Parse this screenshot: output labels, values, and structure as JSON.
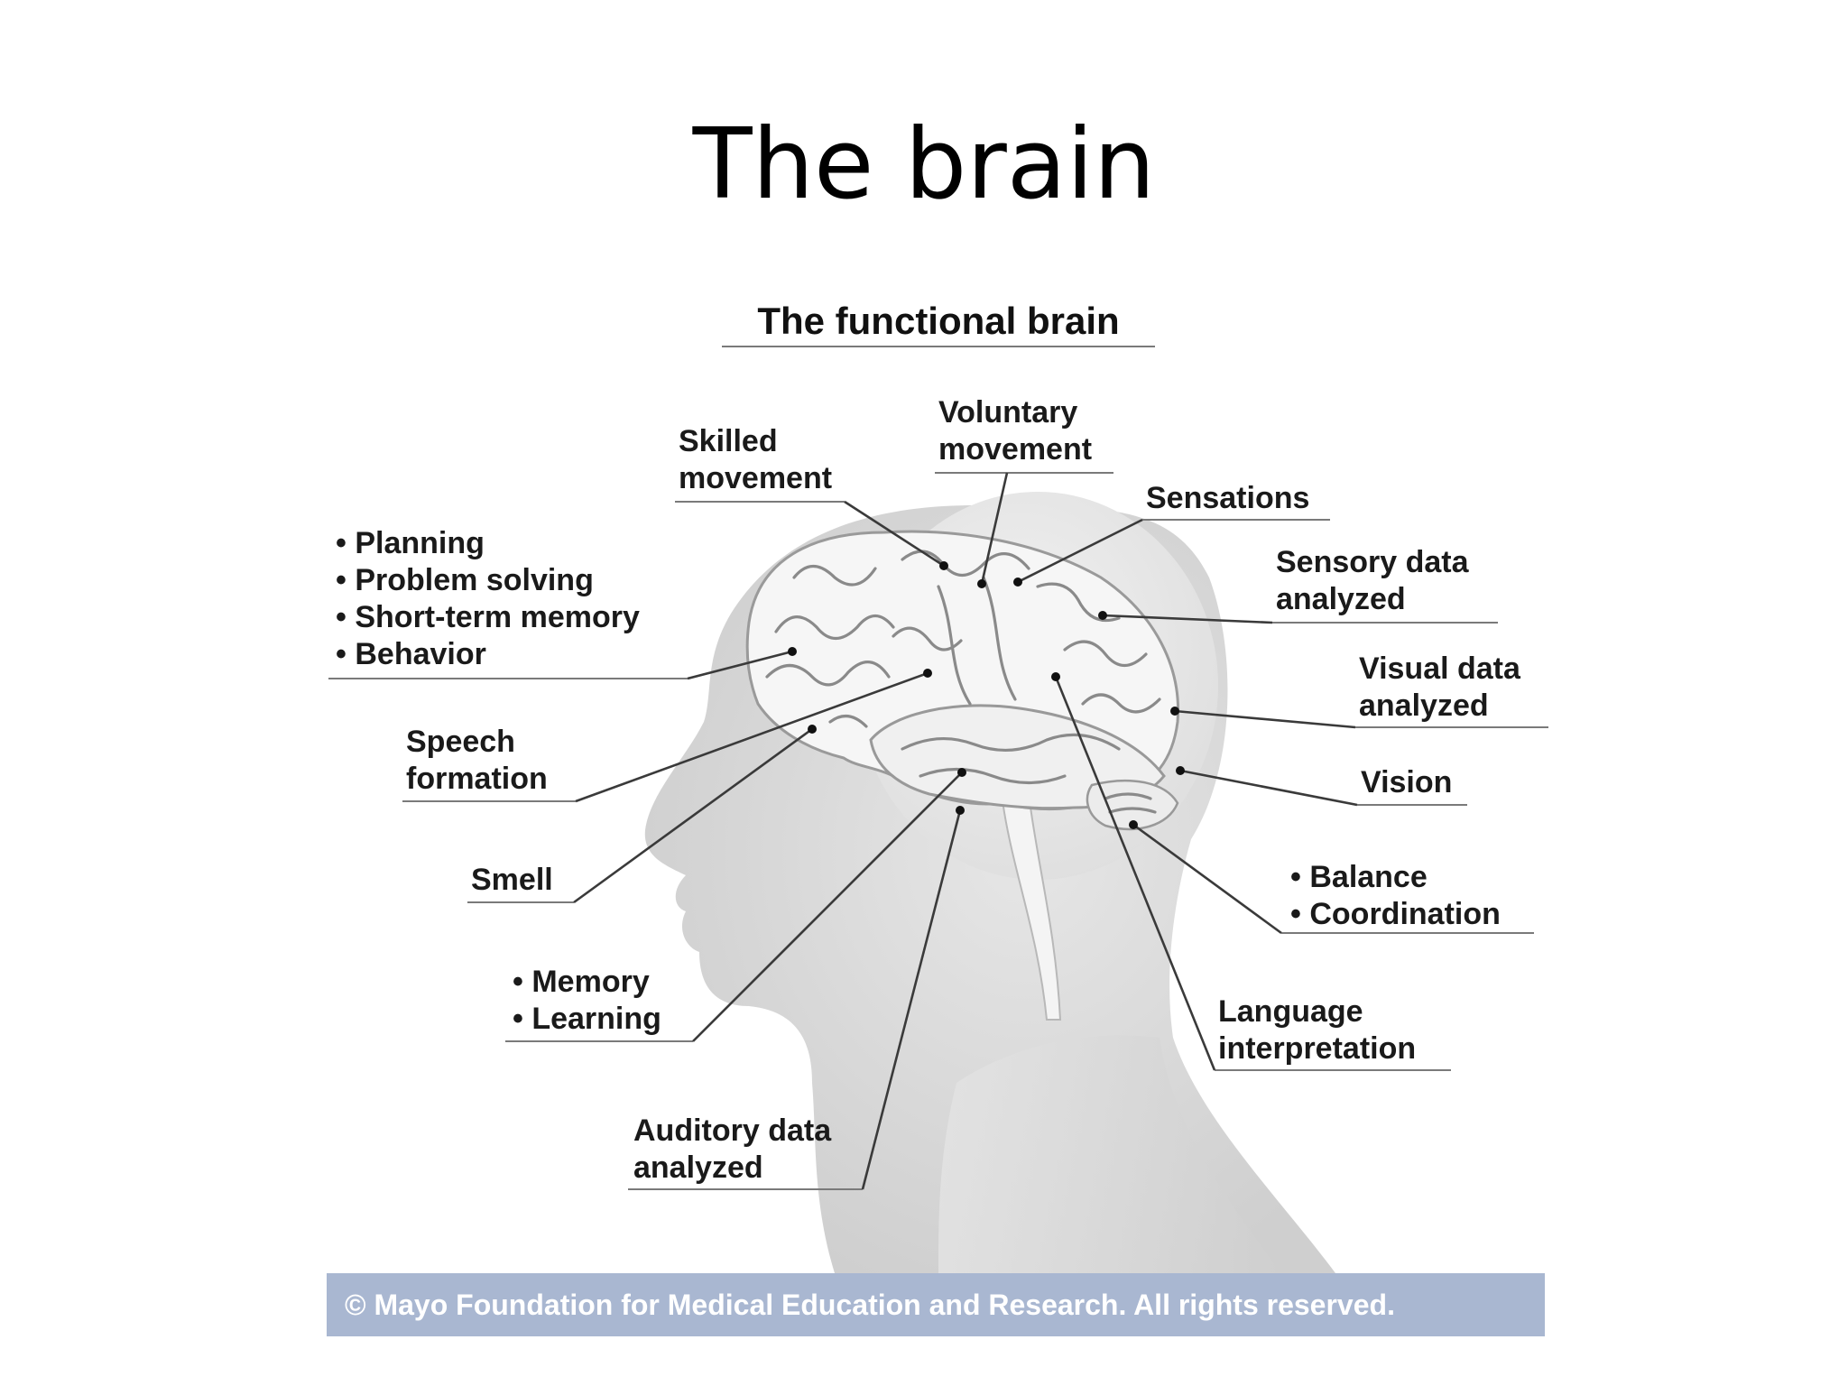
{
  "slide": {
    "title": "The brain"
  },
  "figure": {
    "title": "The functional brain",
    "labels": {
      "skilled_movement": [
        "Skilled",
        "movement"
      ],
      "voluntary_movement": [
        "Voluntary",
        "movement"
      ],
      "sensations": [
        "Sensations"
      ],
      "sensory_data": [
        "Sensory data",
        "analyzed"
      ],
      "frontal": [
        "• Planning",
        "• Problem solving",
        "• Short-term memory",
        "• Behavior"
      ],
      "visual_data": [
        "Visual data",
        "analyzed"
      ],
      "speech": [
        "Speech",
        "formation"
      ],
      "vision": [
        "Vision"
      ],
      "smell": [
        "Smell"
      ],
      "balance": [
        "• Balance",
        "• Coordination"
      ],
      "memory": [
        "• Memory",
        "• Learning"
      ],
      "language": [
        "Language",
        "interpretation"
      ],
      "auditory": [
        "Auditory data",
        "analyzed"
      ]
    },
    "copyright": "© Mayo Foundation for Medical Education and Research.  All rights reserved."
  },
  "colors": {
    "copyright_bar": "#a9b7d1",
    "head_shade": "#dcdcdc",
    "brain_fill": "#f6f6f6"
  }
}
